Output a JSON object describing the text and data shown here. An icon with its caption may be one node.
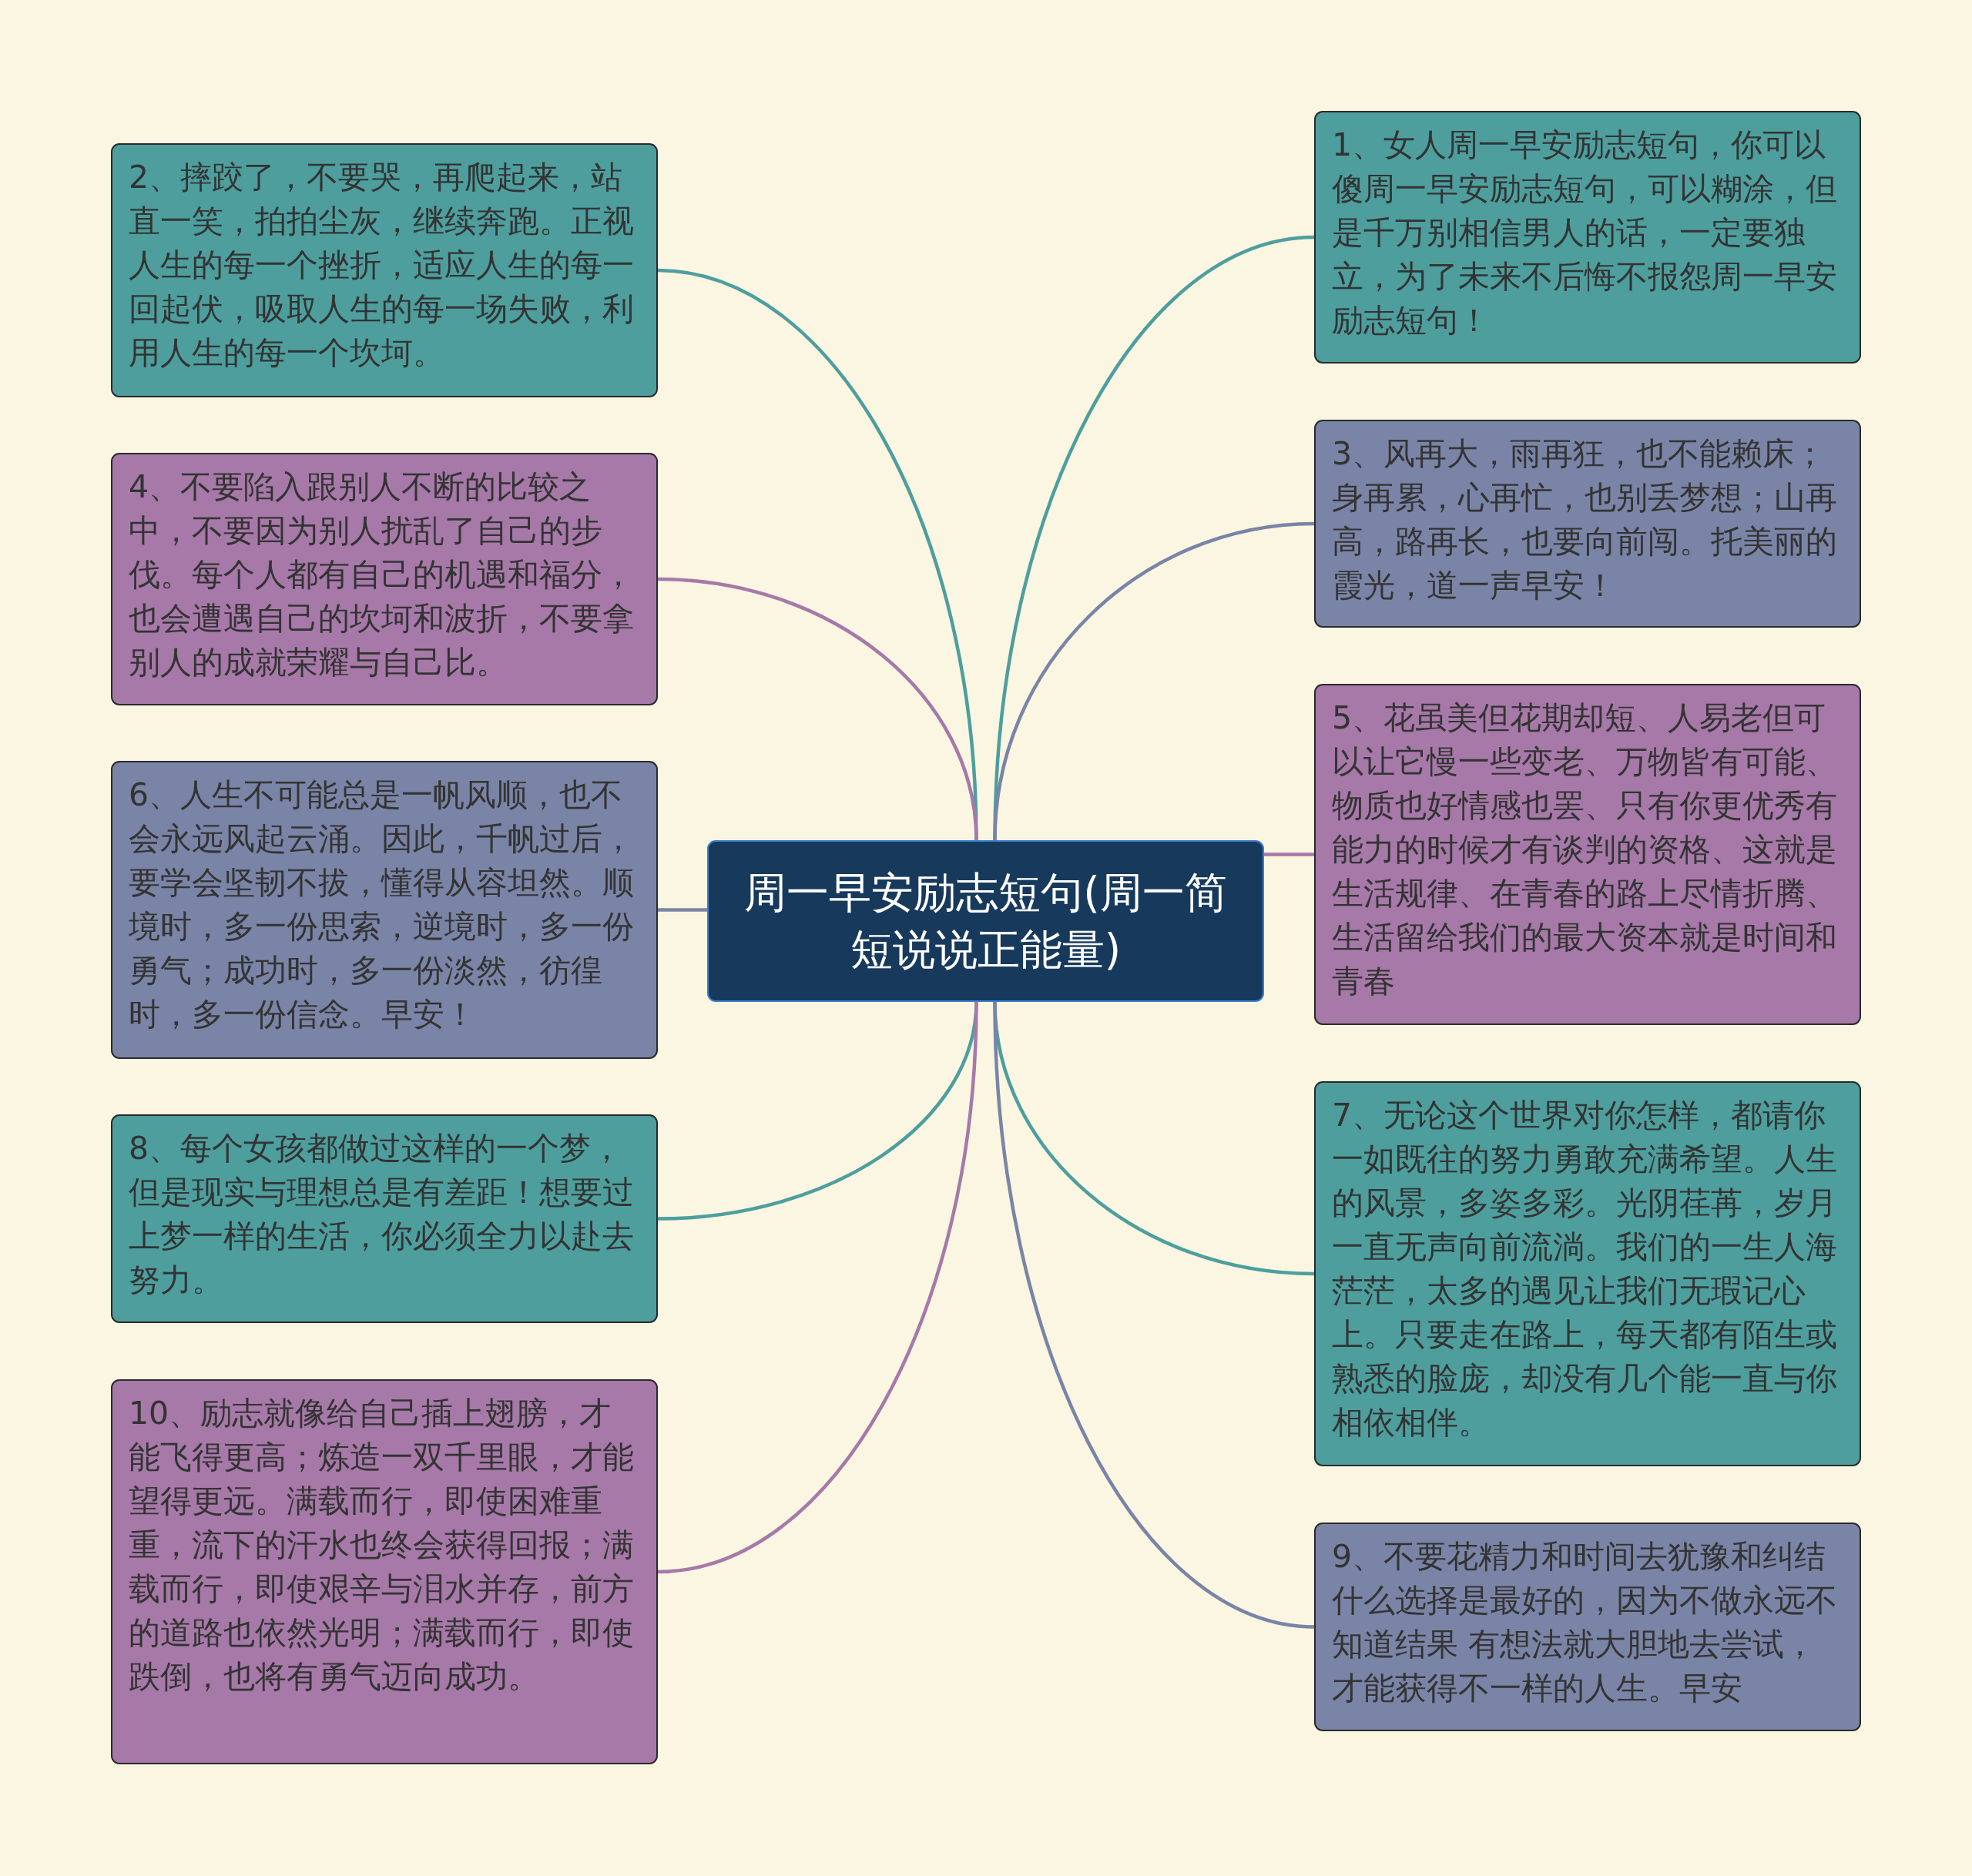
{
  "diagram": {
    "nodes": [
      {
        "text": [
          "周一早安励志短句(周一简短说说正能量)"
        ]
      },
      {
        "text": [
          "1、女人周一早安励志短句，你可以傻周一早安励志短句，可以糊涂，但是千万别相信男人的话，一定要独立，为了未来不后悔不报怨周一早安励志短句！"
        ]
      },
      {
        "text": [
          "2、摔跤了，不要哭，再爬起来，站直一笑，拍拍尘灰，继续奔跑。正视人生的每一个挫折，适应人生的每一回起伏，吸取人生的每一场失败，利用人生的每一个坎坷。"
        ]
      },
      {
        "text": [
          "3、风再大，雨再狂，也不能赖床；身再累，心再忙，也别丢梦想；山再高，路再长，也要向前闯。托美丽的霞光，道一声早安！"
        ]
      },
      {
        "text": [
          "4、不要陷入跟别人不断的比较之中，不要因为别人扰乱了自己的步伐。每个人都有自己的机遇和福分，也会遭遇自己的坎坷和波折，不要拿别人的成就荣耀与自己比。"
        ]
      },
      {
        "text": [
          "5、花虽美但花期却短、人易老但可以让它慢一些变老、万物皆有可能、物质也好情感也罢、只有你更优秀有能力的时候才有谈判的资格、这就是生活规律、在青春的路上尽情折腾、生活留给我们的最大资本就是时间和青春"
        ]
      },
      {
        "text": [
          "6、人生不可能总是一帆风顺，也不会永远风起云涌。因此，千帆过后，要学会坚韧不拔，懂得从容坦然。顺境时，多一份思索，逆境时，多一份勇气；成功时，多一份淡然，彷徨时，多一份信念。早安！"
        ]
      },
      {
        "text": [
          "7、无论这个世界对你怎样，都请你一如既往的努力勇敢充满希望。人生的风景，多姿多彩。光阴荏苒，岁月一直无声向前流淌。我们的一生人海茫茫，太多的遇见让我们无瑕记心上。只要走在路上，每天都有陌生或熟悉的脸庞，却没有几个能一直与你相依相伴。"
        ]
      },
      {
        "text": [
          "8、每个女孩都做过这样的一个梦，但是现实与理想总是有差距！想要过上梦一样的生活，你必须全力以赴去努力。"
        ]
      },
      {
        "text": [
          "9、不要花精力和时间去犹豫和纠结什么选择是最好的，因为不做永远不知道结果 有想法就大胆地去尝试，才能获得不一样的人生。早安"
        ]
      },
      {
        "text": [
          "10、励志就像给自己插上翅膀，才能飞得更高；炼造一双千里眼，才能望得更远。满载而行，即使困难重重，流下的汗水也终会获得回报；满载而行，即使艰辛与泪水并存，前方的道路也依然光明；满载而行，即使跌倒，也将有勇气迈向成功。"
        ]
      }
    ],
    "edges": [
      {
        "from": 0,
        "to": 1,
        "arrow": "none"
      },
      {
        "from": 0,
        "to": 2,
        "arrow": "none"
      },
      {
        "from": 0,
        "to": 3,
        "arrow": "none",
        "color": "#7a84a6"
      },
      {
        "from": 0,
        "to": 4,
        "arrow": "none",
        "color": "#a679a8"
      },
      {
        "from": 0,
        "to": 5,
        "arrow": "none",
        "color": "#a679a8"
      },
      {
        "from": 0,
        "to": 6,
        "arrow": "none",
        "color": "#7a84a6"
      },
      {
        "from": 0,
        "to": 7,
        "arrow": "none"
      },
      {
        "from": 0,
        "to": 8,
        "arrow": "none"
      },
      {
        "from": 0,
        "to": 9,
        "arrow": "none",
        "color": "#7a84a6"
      },
      {
        "from": 0,
        "to": 10,
        "arrow": "none",
        "color": "#a679a8"
      }
    ]
  }
}
